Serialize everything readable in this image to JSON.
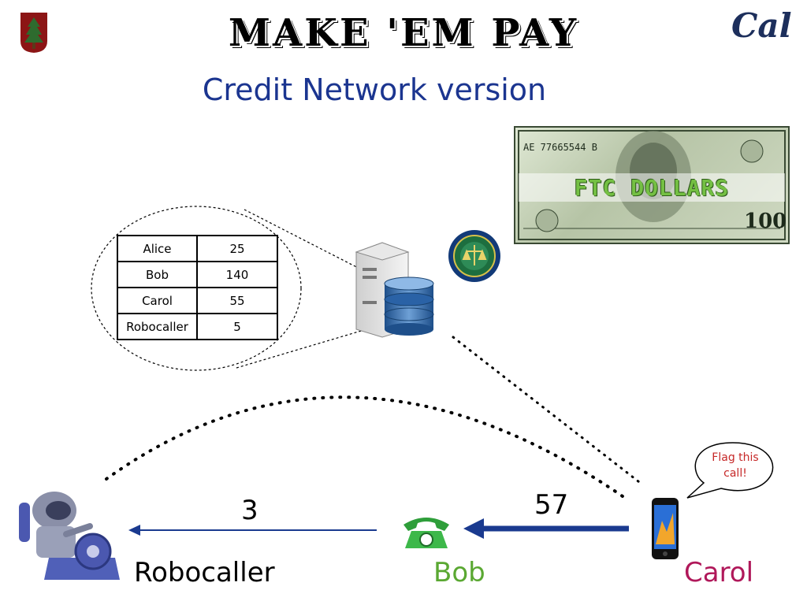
{
  "header": {
    "title": "MAKE 'EM PAY",
    "subtitle": "Credit Network version",
    "right_logo_text": "Cal"
  },
  "bill": {
    "label": "FTC DOLLARS",
    "serial": "AE 77665544 B",
    "denomination": "100"
  },
  "ledger": {
    "rows": [
      {
        "name": "Alice",
        "balance": "25"
      },
      {
        "name": "Bob",
        "balance": "140"
      },
      {
        "name": "Carol",
        "balance": "55"
      },
      {
        "name": "Robocaller",
        "balance": "5"
      }
    ]
  },
  "nodes": {
    "robocaller": "Robocaller",
    "bob": "Bob",
    "carol": "Carol"
  },
  "edges": {
    "bob_to_robocaller": "3",
    "carol_to_bob": "57"
  },
  "speech_bubble": {
    "text": "Flag this call!"
  },
  "colors": {
    "title_blue": "#1b3590",
    "arrow_blue": "#1a3a8f",
    "bob_green": "#5aa832",
    "carol_magenta": "#b0185a",
    "bubble_red": "#c62828"
  },
  "icons": [
    "stanford-tree-icon",
    "cal-logo-icon",
    "server-database-icon",
    "ftc-seal-icon",
    "robot-phone-icon",
    "green-phone-icon",
    "smartphone-icon"
  ]
}
